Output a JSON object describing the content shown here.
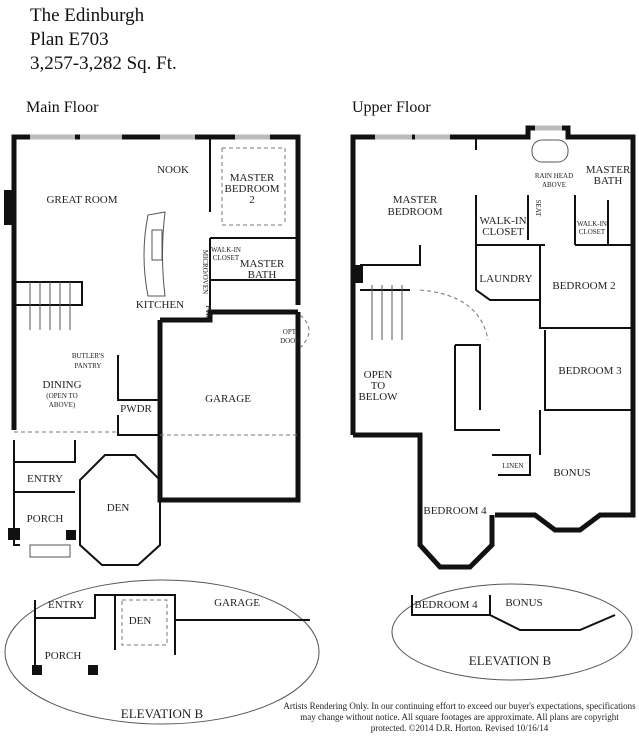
{
  "header": {
    "name": "The Edinburgh",
    "plan": "Plan E703",
    "sqft": "3,257-3,282 Sq. Ft."
  },
  "main_floor": {
    "title": "Main Floor",
    "rooms": {
      "great_room": "GREAT ROOM",
      "nook": "NOOK",
      "master_bedroom2_a": "MASTER",
      "master_bedroom2_b": "BEDROOM",
      "master_bedroom2_c": "2",
      "walkin_a": "WALK-IN",
      "walkin_b": "CLOSET",
      "master_bath_a": "MASTER",
      "master_bath_b": "BATH",
      "kitchen": "KITCHEN",
      "micro_oven": "MICRO/OVEN",
      "ptry": "PTRY",
      "opt_door_a": "OPT.",
      "opt_door_b": "DOOR",
      "butlers_a": "BUTLER'S",
      "butlers_b": "PANTRY",
      "dining": "DINING",
      "dining_b": "(OPEN TO",
      "dining_c": "ABOVE)",
      "pwdr": "PWDR",
      "garage": "GARAGE",
      "entry": "ENTRY",
      "porch": "PORCH",
      "den": "DEN"
    }
  },
  "upper_floor": {
    "title": "Upper Floor",
    "rooms": {
      "master_bedroom_a": "MASTER",
      "master_bedroom_b": "BEDROOM",
      "rain_a": "RAIN HEAD",
      "rain_b": "ABOVE",
      "seat": "SEAT",
      "master_bath_a": "MASTER",
      "master_bath_b": "BATH",
      "walkin_a": "WALK-IN",
      "walkin_b": "CLOSET",
      "walkin2_a": "WALK-IN",
      "walkin2_b": "CLOSET",
      "laundry": "LAUNDRY",
      "bedroom2": "BEDROOM 2",
      "open_a": "OPEN",
      "open_b": "TO",
      "open_c": "BELOW",
      "bedroom3": "BEDROOM 3",
      "linen": "LINEN",
      "bonus": "BONUS",
      "bedroom4": "BEDROOM 4"
    }
  },
  "elevation_main": {
    "entry": "ENTRY",
    "den": "DEN",
    "garage": "GARAGE",
    "porch": "PORCH",
    "title": "ELEVATION B"
  },
  "elevation_upper": {
    "bedroom4": "BEDROOM 4",
    "bonus": "BONUS",
    "title": "ELEVATION B"
  },
  "disclaimer": "Artists Rendering Only. In our continuing effort to exceed our buyer's expectations, specifications may change without notice.  All square footages are approximate. All plans are copyright protected. ©2014 D.R. Horton. Revised 10/16/14"
}
